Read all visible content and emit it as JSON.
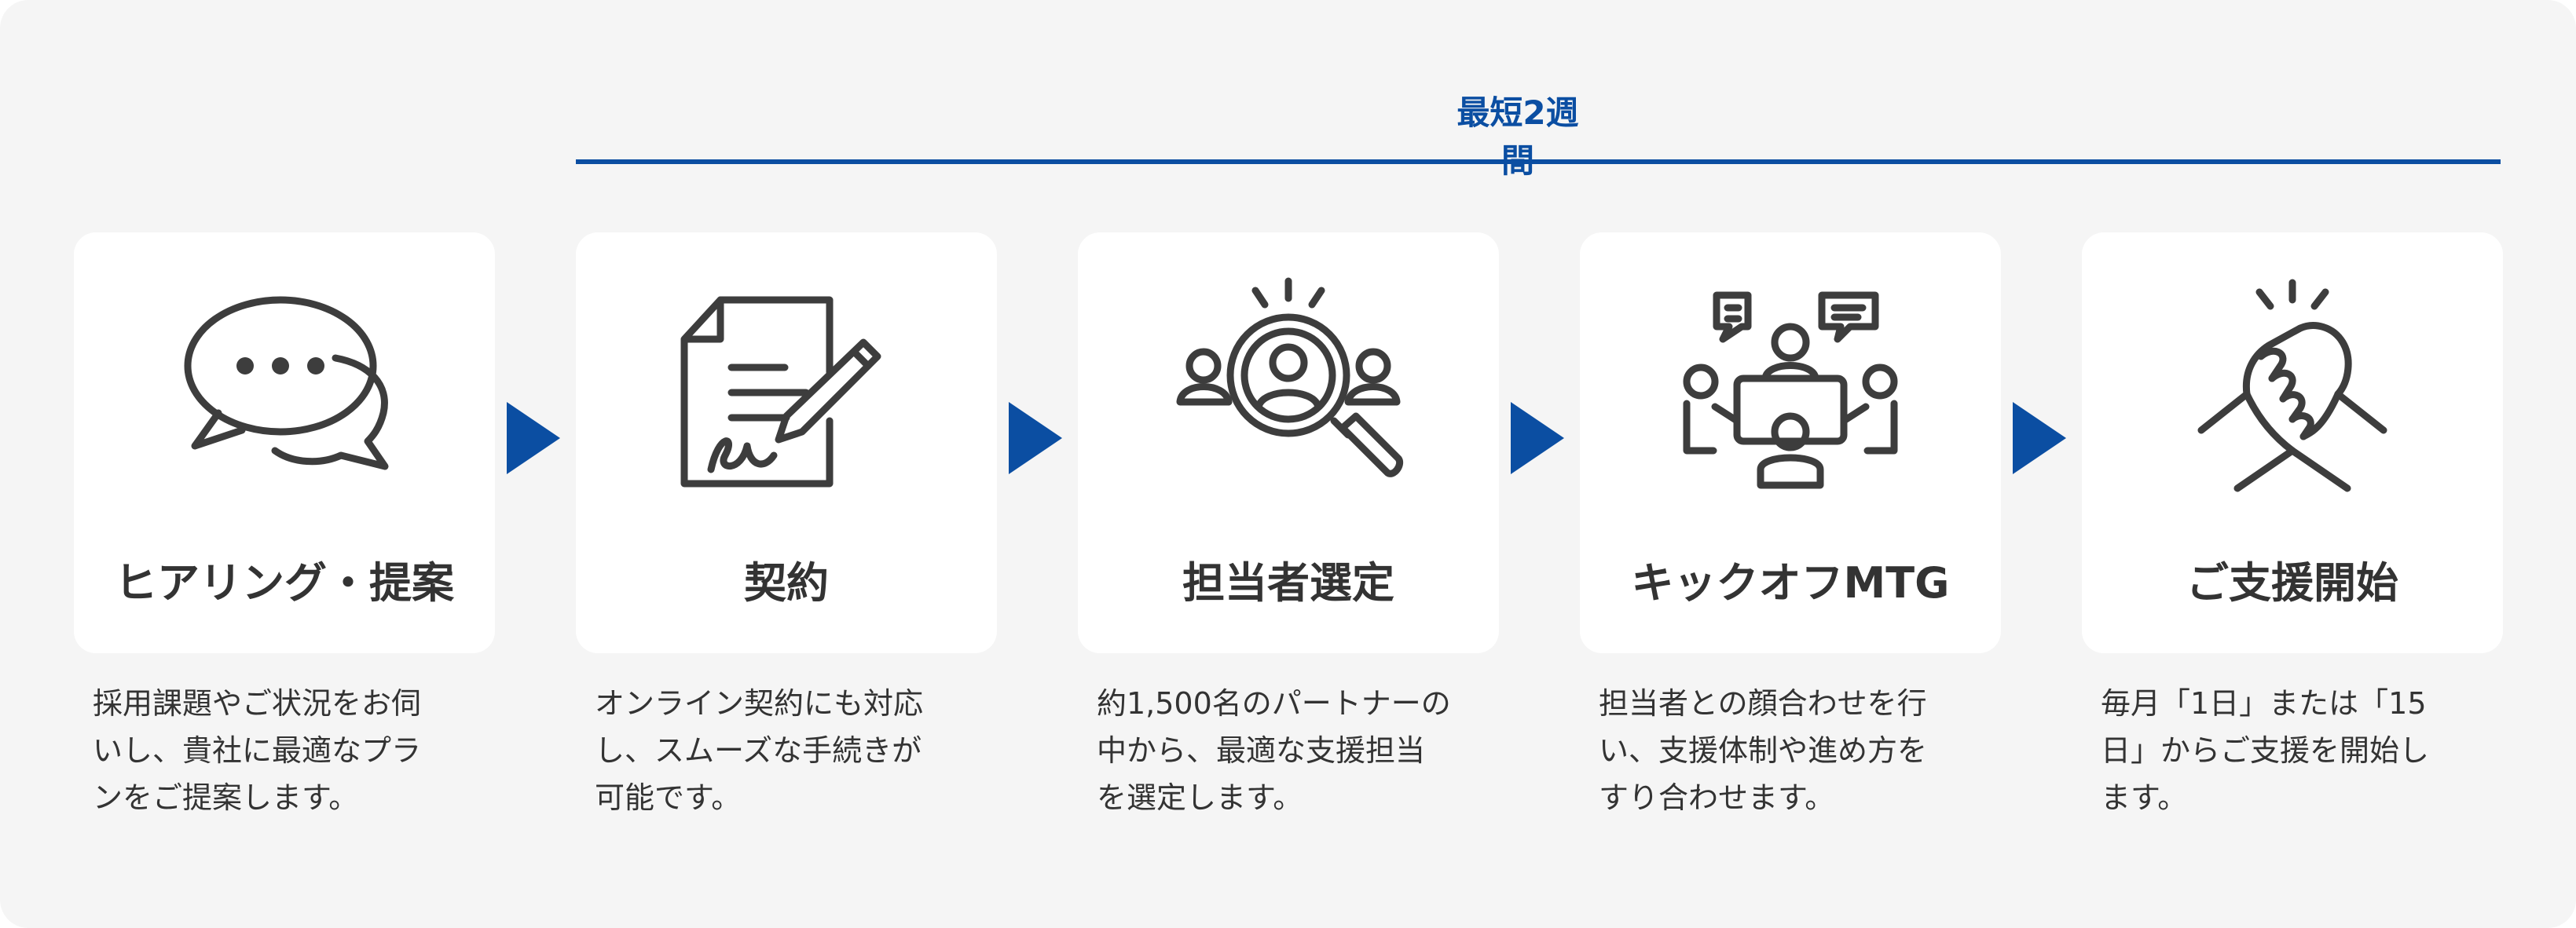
{
  "period": {
    "label": "最短2週間",
    "accent_color": "#0b4ea2"
  },
  "steps": [
    {
      "icon": "speech-bubbles-icon",
      "title": "ヒアリング・提案",
      "desc_lines": [
        "採用課題やご状況をお伺",
        "いし、貴社に最適なプラ",
        "ンをご提案します。"
      ]
    },
    {
      "icon": "contract-signature-icon",
      "title": "契約",
      "desc_lines": [
        "オンライン契約にも対応",
        "し、スムーズな手続きが",
        "可能です。"
      ]
    },
    {
      "icon": "magnifier-people-icon",
      "title": "担当者選定",
      "desc_lines": [
        "約1,500名のパートナーの",
        "中から、最適な支援担当",
        "を選定します。"
      ]
    },
    {
      "icon": "meeting-table-icon",
      "title": "キックオフMTG",
      "desc_lines": [
        "担当者との顔合わせを行",
        "い、支援体制や進め方を",
        "すり合わせます。"
      ]
    },
    {
      "icon": "handshake-icon",
      "title": "ご支援開始",
      "desc_lines": [
        "毎月「1日」または「15",
        "日」からご支援を開始し",
        "ます。"
      ]
    }
  ]
}
